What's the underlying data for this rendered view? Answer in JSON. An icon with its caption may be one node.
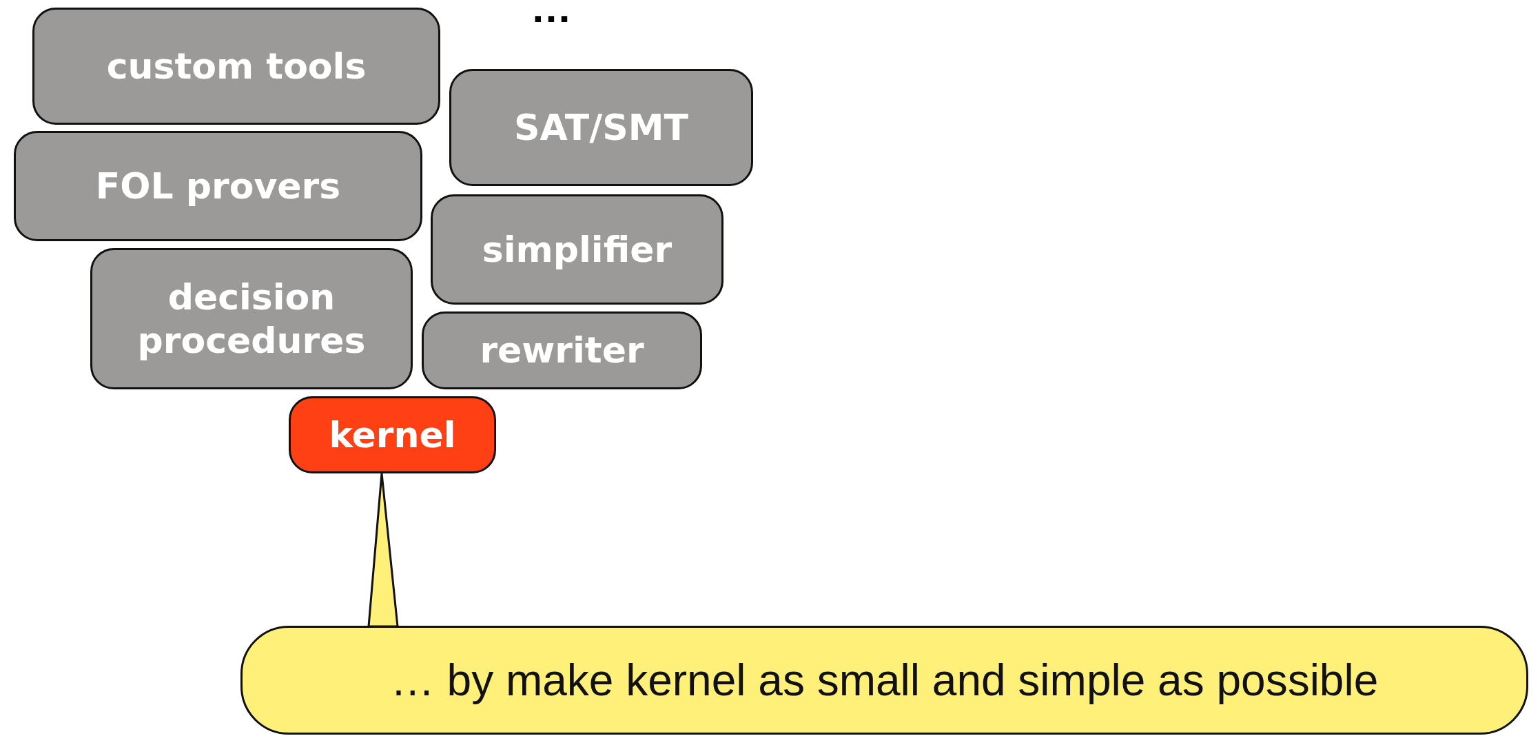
{
  "diagram": {
    "nodes": [
      {
        "text": [
          "custom tools"
        ]
      },
      {
        "text": [
          "SAT/SMT"
        ]
      },
      {
        "text": [
          "FOL provers"
        ]
      },
      {
        "text": [
          "simplifier"
        ]
      },
      {
        "text": [
          "decision procedures"
        ]
      },
      {
        "text": [
          "rewriter"
        ]
      },
      {
        "text": [
          "kernel"
        ]
      },
      {
        "text": [
          "… by make kernel as small and simple as possible"
        ]
      }
    ],
    "edges": [
      {
        "from": 7,
        "to": 6,
        "arrow": "none"
      }
    ],
    "labels": [
      "…"
    ]
  }
}
